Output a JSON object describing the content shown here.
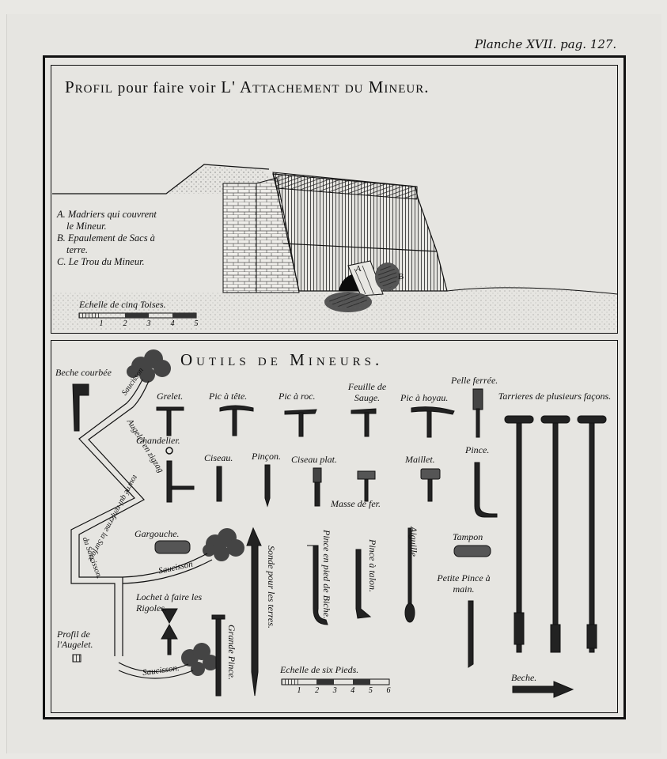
{
  "plate": {
    "reference": "Planche XVII. pag. 127."
  },
  "top_panel": {
    "title_word1": "Profil",
    "title_middle": "pour faire voir",
    "title_word2": "L' Attachement du Mineur.",
    "legend": [
      {
        "key": "A.",
        "text": "Madriers qui couvrent",
        "cont": "le Mineur."
      },
      {
        "key": "B.",
        "text": "Epaulement de Sacs à",
        "cont": "terre."
      },
      {
        "key": "C.",
        "text": "Le Trou du Mineur.",
        "cont": ""
      }
    ],
    "scale_label": "Echelle de cinq Toises.",
    "scale_numbers": [
      "1",
      "2",
      "3",
      "4",
      "5"
    ],
    "marker_a": "A",
    "marker_b": "B"
  },
  "bottom_panel": {
    "title": "Outils de Mineurs.",
    "scale_label": "Echelle de six Pieds.",
    "scale_numbers": [
      "1",
      "2",
      "3",
      "4",
      "5",
      "6"
    ],
    "tools": {
      "beche_courbee": "Beche courbée",
      "grelet": "Grelet.",
      "pic_a_tete": "Pic à tête.",
      "pic_a_roc": "Pic à roc.",
      "feuille_de_sauge": "Feuille de Sauge.",
      "pic_a_hoyau": "Pic à hoyau.",
      "pelle_ferree": "Pelle ferrée.",
      "tarrieres": "Tarrieres de plusieurs façons.",
      "chandelier": "Chandelier.",
      "ciseau": "Ciseau.",
      "pincon": "Pinçon.",
      "ciseau_plat": "Ciseau plat.",
      "maillet": "Maillet.",
      "pince": "Pince.",
      "masse_de_fer": "Masse de fer.",
      "gargouche": "Gargouche.",
      "tampon": "Tampon",
      "pince_en_pied_de_biche": "Pince en pied de Biche.",
      "pince_a_talon": "Pince à talon.",
      "aiguille": "Aiguille.",
      "sonde": "Sonde pour les terres.",
      "petite_pince": "Petite Pince à main.",
      "lochet": "Lochet à faire les Rigoles.",
      "profil_augelet": "Profil de l'Augelet.",
      "grande_pince": "Grande Pince.",
      "beche": "Beche.",
      "saucisson": "Saucisson",
      "saucisson_2": "Saucisson.",
      "augelet_en_zigzag": "Augelet en zigzag",
      "tournoyant_surface": "tourné qui renferme la Surface",
      "de_saucisson": "du Saucisson."
    }
  }
}
